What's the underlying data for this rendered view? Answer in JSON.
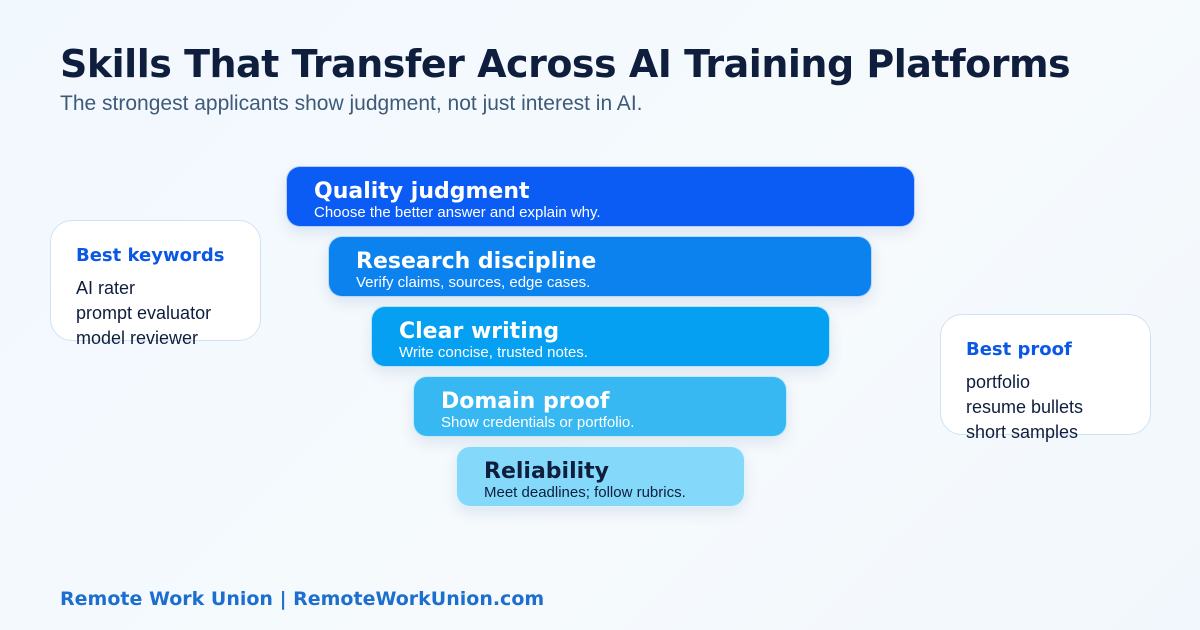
{
  "header": {
    "title": "Skills That Transfer Across AI Training Platforms",
    "subtitle": "The strongest applicants show judgment, not just interest in AI."
  },
  "funnel": {
    "levels": [
      {
        "title": "Quality judgment",
        "description": "Choose the better answer and explain why.",
        "color": "#0a5cf5",
        "text_color": "#ffffff"
      },
      {
        "title": "Research discipline",
        "description": "Verify claims, sources, edge cases.",
        "color": "#0c82ee",
        "text_color": "#ffffff"
      },
      {
        "title": "Clear writing",
        "description": "Write concise, trusted notes.",
        "color": "#06a0f2",
        "text_color": "#ffffff"
      },
      {
        "title": "Domain proof",
        "description": "Show credentials or portfolio.",
        "color": "#38b8f2",
        "text_color": "#ffffff"
      },
      {
        "title": "Reliability",
        "description": "Meet deadlines; follow rubrics.",
        "color": "#84d9fb",
        "text_color": "#0f1e3d"
      }
    ]
  },
  "left_card": {
    "title": "Best keywords",
    "items": [
      "AI rater",
      "prompt evaluator",
      "model reviewer"
    ]
  },
  "right_card": {
    "title": "Best proof",
    "items": [
      "portfolio",
      "resume bullets",
      "short samples"
    ]
  },
  "footer": {
    "text": "Remote Work Union | RemoteWorkUnion.com"
  }
}
